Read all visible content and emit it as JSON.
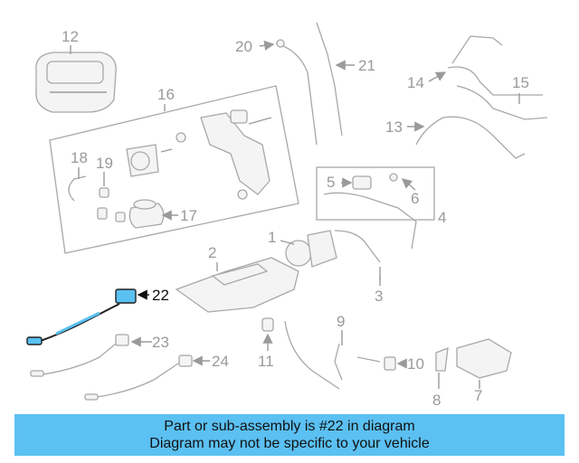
{
  "callouts": {
    "c1": "1",
    "c2": "2",
    "c3": "3",
    "c4": "4",
    "c5": "5",
    "c6": "6",
    "c7": "7",
    "c8": "8",
    "c9": "9",
    "c10": "10",
    "c11": "11",
    "c12": "12",
    "c13": "13",
    "c14": "14",
    "c15": "15",
    "c16": "16",
    "c17": "17",
    "c18": "18",
    "c19": "19",
    "c20": "20",
    "c21": "21",
    "c22": "22",
    "c23": "23",
    "c24": "24"
  },
  "highlight_color": "#5bc0f2",
  "banner": {
    "line1": "Part or sub-assembly is #22 in diagram",
    "line2": "Diagram may not be specific to your vehicle"
  }
}
